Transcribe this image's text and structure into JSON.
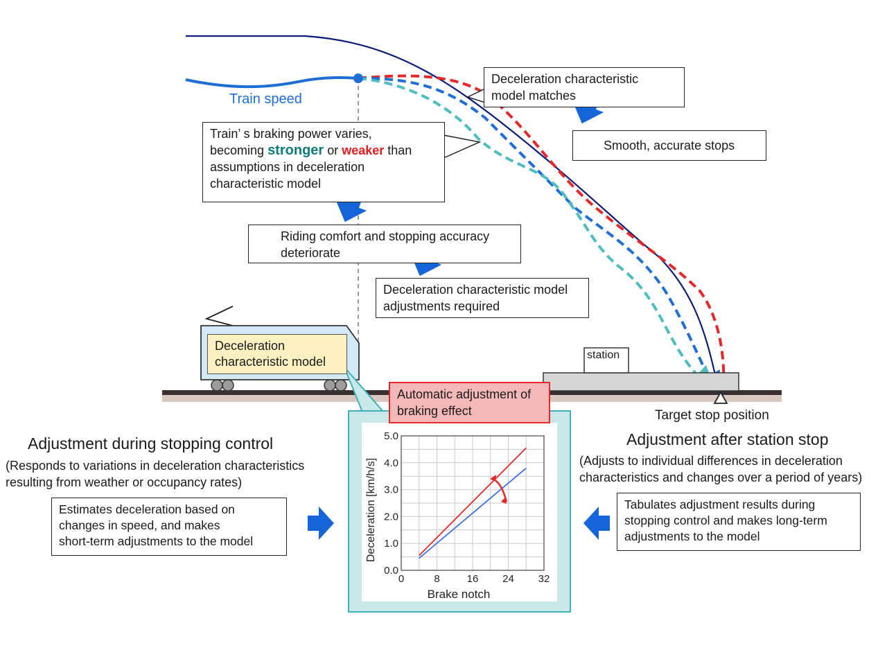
{
  "colors": {
    "navy": "#0b1c7a",
    "blue": "#1f6ed6",
    "red": "#e5282a",
    "teal": "#4dbdbf",
    "arrow_blue": "#1565d8",
    "panel_fill": "#c8e8ea",
    "panel_border": "#3fb1b5",
    "callout_fill": "#f5b8b8",
    "train_fill": "#d4e9f6",
    "model_fill": "#fdf1c2"
  },
  "labels": {
    "train_speed": "Train speed",
    "station": "station",
    "target_stop": "Target stop position"
  },
  "boxes": {
    "model_matches": [
      "Deceleration characteristic",
      "model matches"
    ],
    "smooth": "Smooth, accurate stops",
    "braking_varies": {
      "line1": "Train’ s braking power varies,",
      "line2_a": "becoming ",
      "stronger": "stronger",
      "line2_b": " or ",
      "weaker": "weaker",
      "line2_c": " than",
      "line3": "assumptions in deceleration",
      "line4": "characteristic model"
    },
    "deteriorate": [
      "Riding comfort and stopping  accuracy",
      "deteriorate"
    ],
    "adjust_required": [
      "Deceleration characteristic model",
      "adjustments required"
    ],
    "train_model": [
      "Deceleration",
      "characteristic model"
    ],
    "callout": [
      "Automatic adjustment of",
      "braking effect"
    ],
    "estimates": [
      "Estimates deceleration based on",
      "changes in speed, and makes",
      "short-term adjustments to the model"
    ],
    "tabulates": [
      "Tabulates adjustment results during",
      "stopping control and makes long-term",
      "adjustments to the model"
    ]
  },
  "left_section": {
    "title": "Adjustment during stopping control",
    "desc": [
      "(Responds to variations in deceleration characteristics",
      "resulting from weather or occupancy rates)"
    ]
  },
  "right_section": {
    "title": "Adjustment after station stop",
    "desc": [
      "(Adjusts to individual differences in deceleration",
      "characteristics and changes over a period of years)"
    ]
  },
  "chart_data": {
    "type": "line",
    "xlabel": "Brake notch",
    "ylabel": "Deceleration [km/h/s]",
    "xlim": [
      0,
      32
    ],
    "ylim": [
      0,
      5.0
    ],
    "xticks": [
      0,
      8,
      16,
      24,
      32
    ],
    "yticks": [
      0.0,
      1.0,
      2.0,
      3.0,
      4.0,
      5.0
    ],
    "xtick_labels": [
      "0",
      "8",
      "16",
      "24",
      "32"
    ],
    "ytick_labels": [
      "0.0",
      "1.0",
      "2.0",
      "3.0",
      "4.0",
      "5.0"
    ],
    "grid": true,
    "series": [
      {
        "color": "#e5282a",
        "x": [
          4,
          28
        ],
        "y": [
          0.55,
          4.55
        ]
      },
      {
        "color": "#3f6fe0",
        "x": [
          4,
          28
        ],
        "y": [
          0.45,
          3.8
        ]
      }
    ]
  }
}
